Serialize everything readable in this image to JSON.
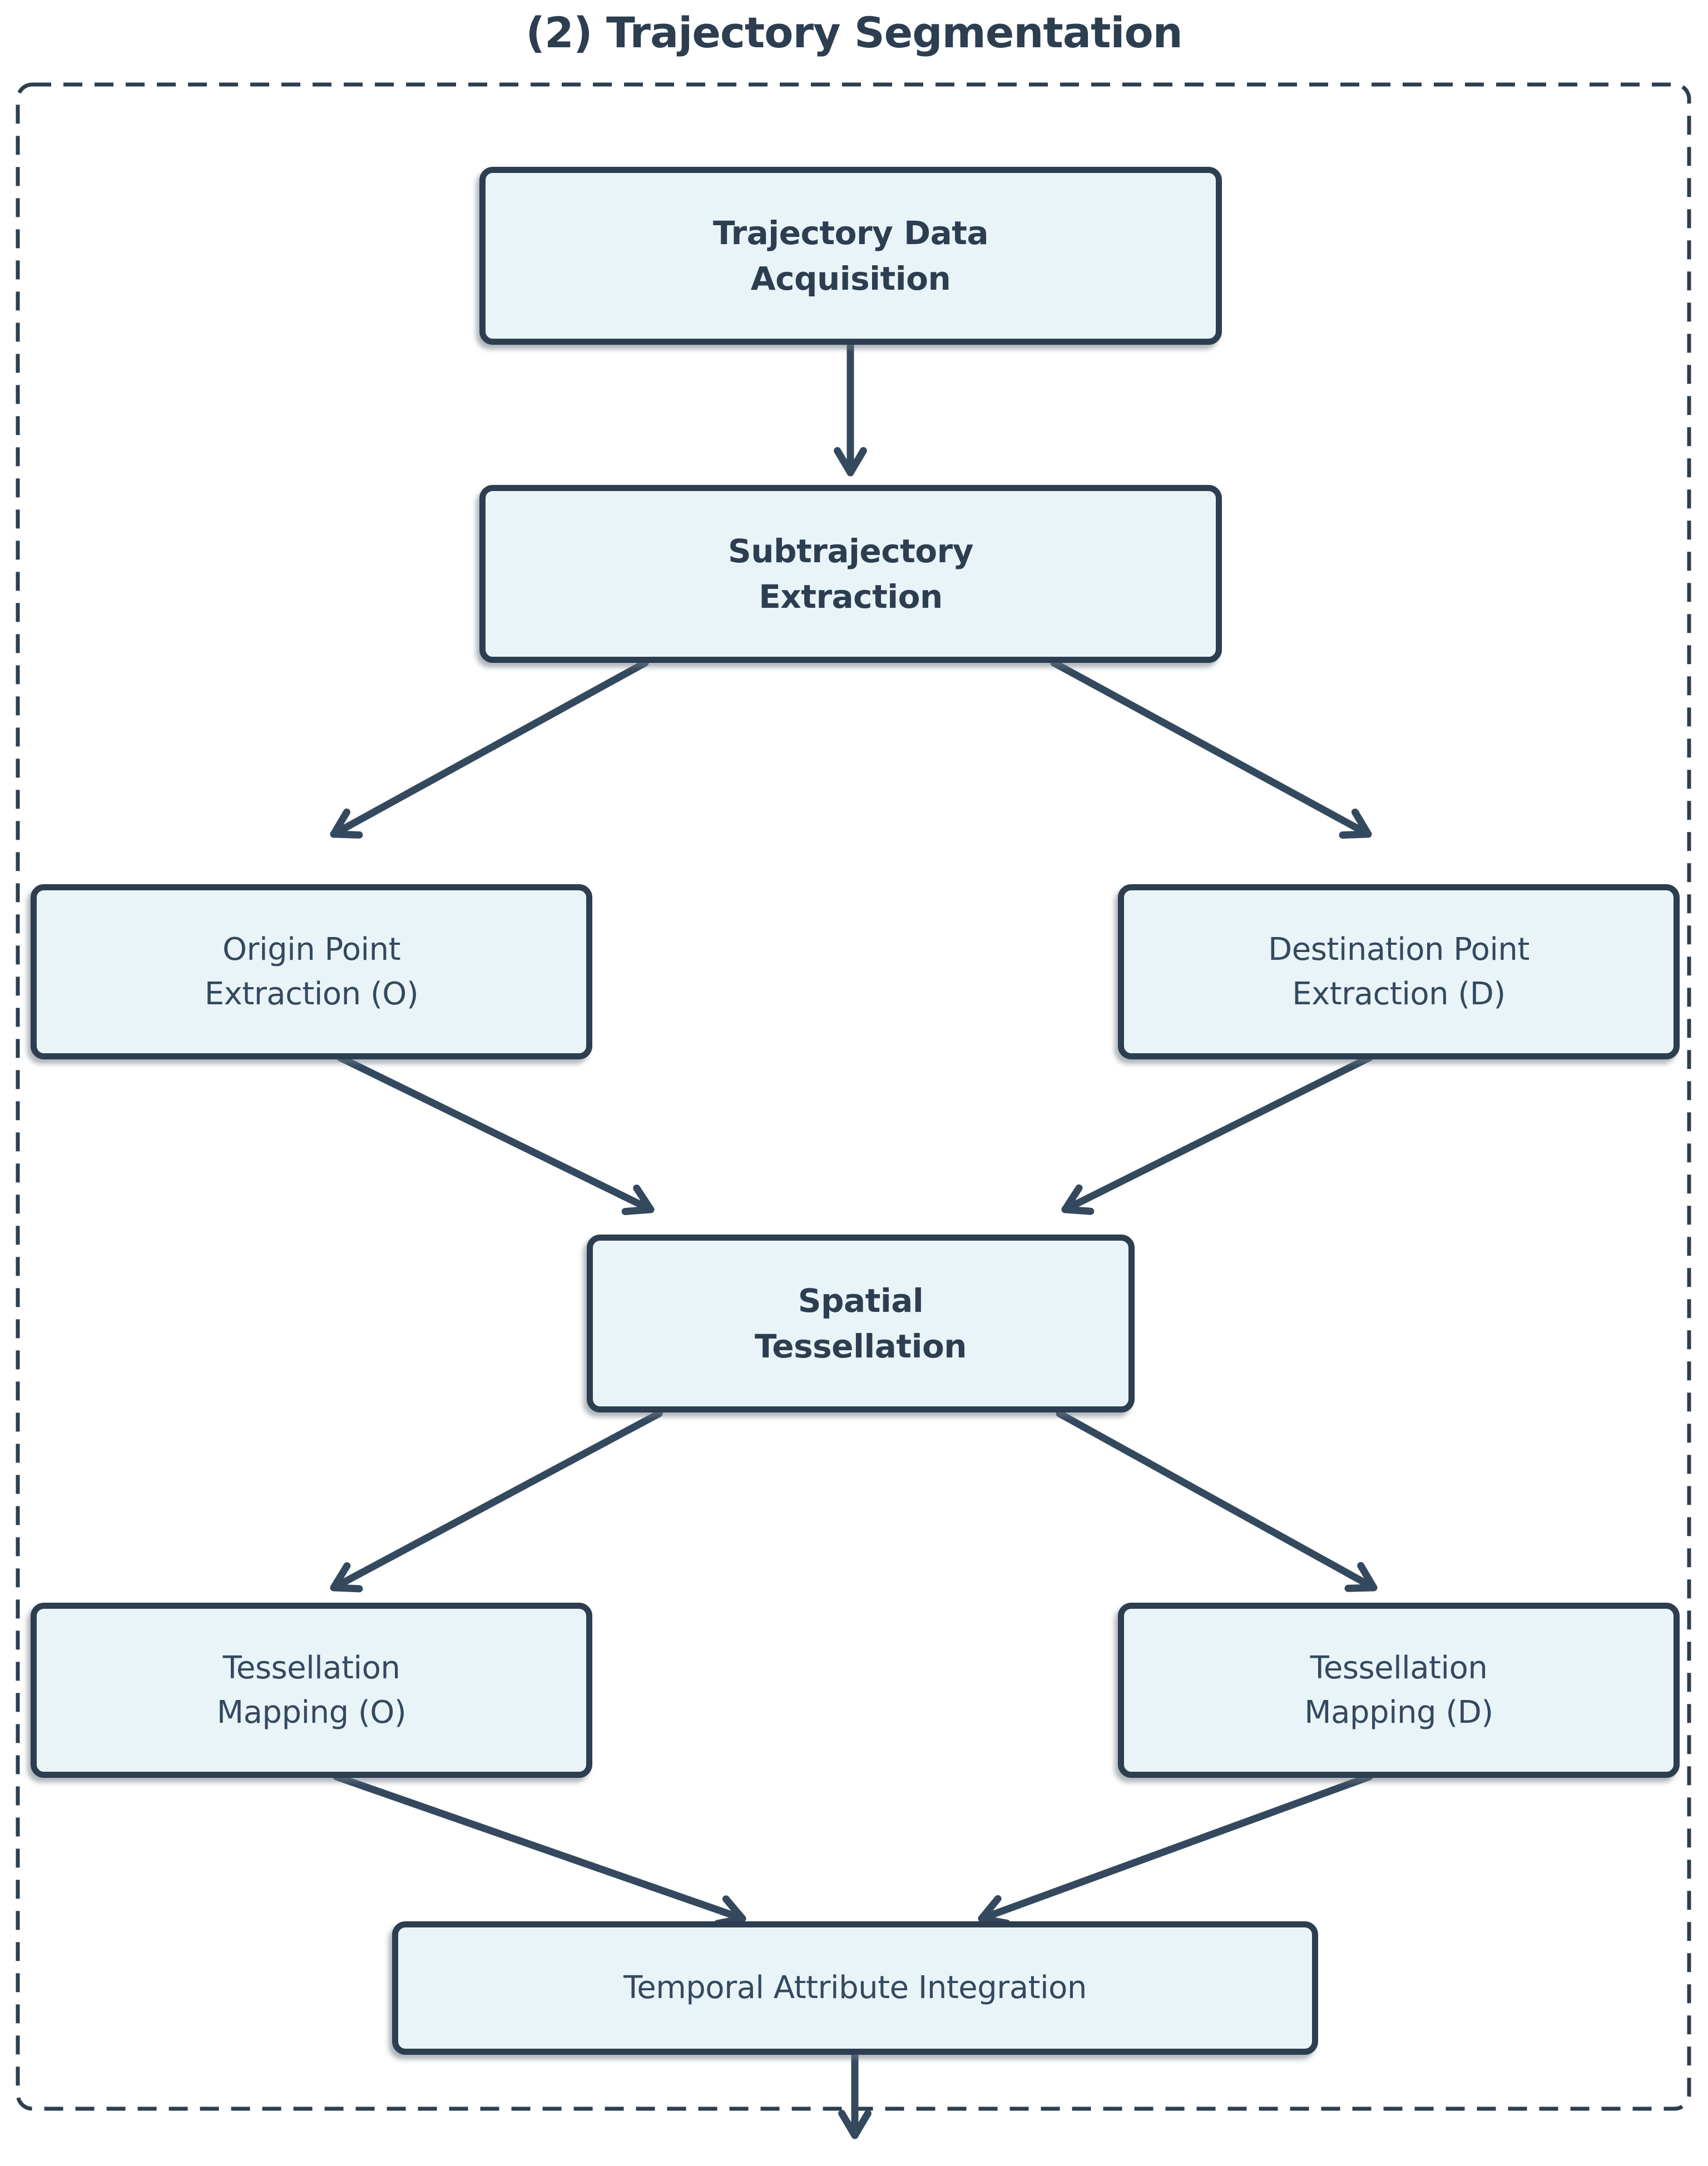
{
  "title": "(2) Trajectory Segmentation",
  "colors": {
    "accent_dark": "#2c3e50",
    "node_fill": "#e8f4f8",
    "node_border": "#2c3e50",
    "node_text": "#34495e",
    "edge": "#34495e",
    "background": "#ffffff"
  },
  "diagram": {
    "nodes": [
      {
        "id": "trajectory-data-acquisition",
        "emphasis": "bold",
        "lines": [
          "Trajectory Data",
          "Acquisition"
        ]
      },
      {
        "id": "subtrajectory-extraction",
        "emphasis": "bold",
        "lines": [
          "Subtrajectory",
          "Extraction"
        ]
      },
      {
        "id": "origin-point-extraction-o",
        "emphasis": "normal",
        "lines": [
          "Origin Point",
          "Extraction (O)"
        ]
      },
      {
        "id": "destination-point-extraction-d",
        "emphasis": "normal",
        "lines": [
          "Destination Point",
          "Extraction (D)"
        ]
      },
      {
        "id": "spatial-tessellation",
        "emphasis": "bold",
        "lines": [
          "Spatial",
          "Tessellation"
        ]
      },
      {
        "id": "tessellation-mapping-o",
        "emphasis": "normal",
        "lines": [
          "Tessellation",
          "Mapping (O)"
        ]
      },
      {
        "id": "tessellation-mapping-d",
        "emphasis": "normal",
        "lines": [
          "Tessellation",
          "Mapping (D)"
        ]
      },
      {
        "id": "temporal-attribute-integration",
        "emphasis": "normal",
        "lines": [
          "Temporal Attribute Integration"
        ]
      }
    ],
    "edges": [
      {
        "from": "trajectory-data-acquisition",
        "to": "subtrajectory-extraction"
      },
      {
        "from": "subtrajectory-extraction",
        "to": "origin-point-extraction-o"
      },
      {
        "from": "subtrajectory-extraction",
        "to": "destination-point-extraction-d"
      },
      {
        "from": "origin-point-extraction-o",
        "to": "spatial-tessellation"
      },
      {
        "from": "destination-point-extraction-d",
        "to": "spatial-tessellation"
      },
      {
        "from": "spatial-tessellation",
        "to": "tessellation-mapping-o"
      },
      {
        "from": "spatial-tessellation",
        "to": "tessellation-mapping-d"
      },
      {
        "from": "tessellation-mapping-o",
        "to": "temporal-attribute-integration"
      },
      {
        "from": "tessellation-mapping-d",
        "to": "temporal-attribute-integration"
      },
      {
        "from": "temporal-attribute-integration",
        "to": "next-stage-exit"
      }
    ]
  }
}
